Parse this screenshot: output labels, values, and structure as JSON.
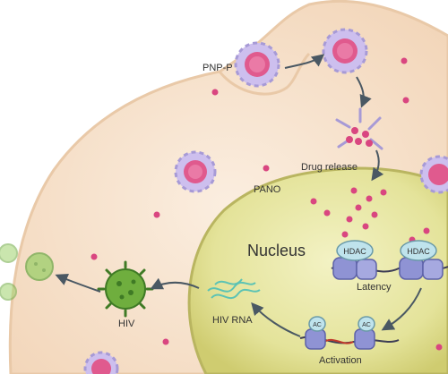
{
  "labels": {
    "pnp": "PNP-P",
    "drug_release": "Drug release",
    "pano": "PANO",
    "nucleus": "Nucleus",
    "hdac": "HDAC",
    "latency": "Latency",
    "ac": "AC",
    "activation": "Activation",
    "hiv_rna": "HIV RNA",
    "hiv": "HIV"
  },
  "colors": {
    "background": "#ffffff",
    "cell_fill": "#f7dfc6",
    "cell_inner": "#fbeee0",
    "nucleus_fill": "#e4e39a",
    "nucleus_edge": "#b9b560",
    "nanoparticle_core": "#e05a8e",
    "nanoparticle_arms": "#a79ad6",
    "drug_dot": "#d94680",
    "hdac_fill": "#bfe3ec",
    "histone": "#8f93d4",
    "virus_green": "#6fae3e",
    "rna_strand": "#5cc3b4",
    "arrow": "#4a5863"
  },
  "icons": [
    "nanoparticle-icon",
    "virus-icon",
    "histone-icon",
    "rna-strand-icon",
    "arrow-icon"
  ]
}
